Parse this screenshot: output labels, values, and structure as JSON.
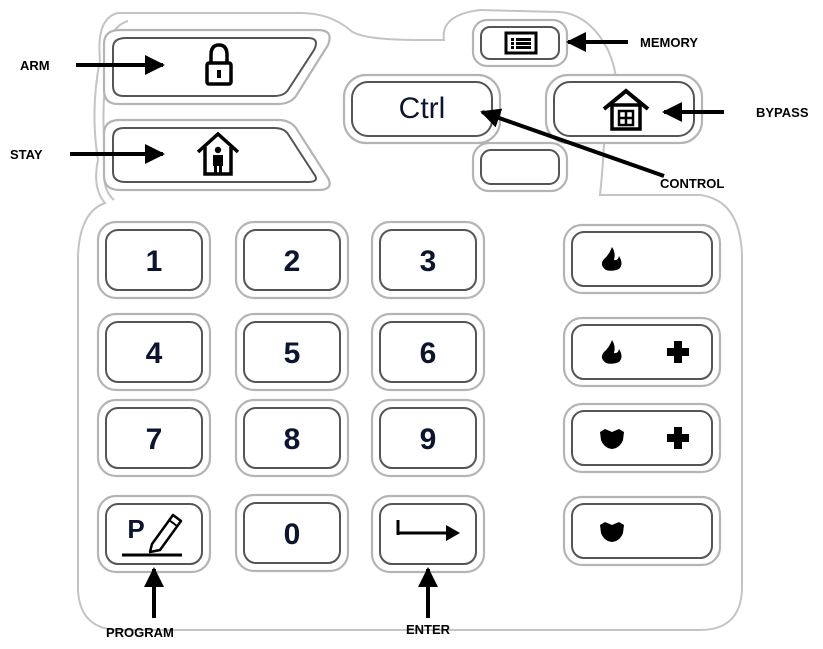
{
  "callouts": {
    "arm": "ARM",
    "stay": "STAY",
    "memory": "MEMORY",
    "bypass": "BYPASS",
    "control": "CONTROL",
    "program": "PROGRAM",
    "enter": "ENTER"
  },
  "keys": {
    "ctrl": "Ctrl",
    "program_letter": "P",
    "digits": [
      "1",
      "2",
      "3",
      "4",
      "5",
      "6",
      "7",
      "8",
      "9",
      "0"
    ]
  },
  "icons": {
    "arm": "padlock-icon",
    "stay": "house-person-icon",
    "memory": "memory-list-icon",
    "bypass": "house-window-icon",
    "program": "pencil-icon",
    "enter": "enter-arrow-icon",
    "fire": "fire-icon",
    "fire_plus": "plus-icon",
    "police": "police-badge-icon",
    "police_plus": "plus-icon"
  },
  "colors": {
    "key_text": "#0b1530",
    "key_outline": "#555555",
    "body_outline": "#c4c4c4"
  }
}
